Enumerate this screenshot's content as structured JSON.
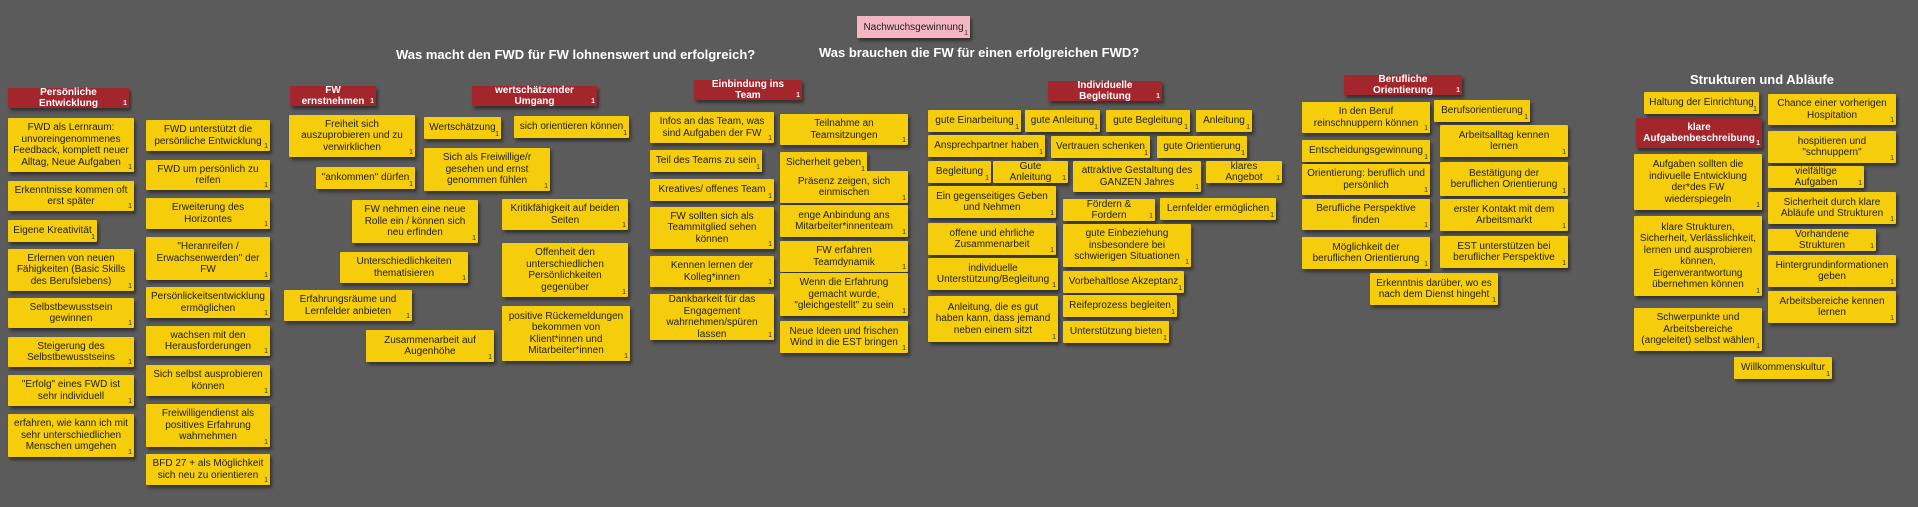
{
  "board": {
    "top_note": {
      "text": "Nachwuchsgewinnung",
      "count": "1"
    },
    "titles": {
      "left": "Was macht den FWD für FW lohnenswert und erfolgreich?",
      "middle": "Was brauchen die FW für einen erfolgreichen FWD?",
      "right": "Strukturen und Abläufe"
    },
    "headers": {
      "persoenliche": "Persönliche Entwicklung",
      "ernstnehmen": "FW ernstnehmen",
      "umgang": "wertschätzender Umgang",
      "team": "Einbindung ins Team",
      "begleitung": "Individuelle Begleitung",
      "orientierung": "Berufliche Orientierung",
      "aufgaben": "klare Aufgabenbeschreibung"
    },
    "notes": {
      "n1": "FWD als Lernraum: unvoreingenommenes Feedback, komplett neuer Alltag, Neue Aufgaben",
      "n2": "Erkenntnisse kommen oft erst später",
      "n3": "Eigene Kreativität",
      "n4": "Erlernen von neuen Fähigkeiten (Basic Skills des Berufslebens)",
      "n5": "Selbstbewusstsein gewinnen",
      "n6": "Steigerung des Selbstbewusstseins",
      "n7": "\"Erfolg\" eines FWD ist sehr individuell",
      "n8": "erfahren, wie kann ich mit sehr unterschiedlichen Menschen umgehen",
      "n9": "FWD unterstützt die persönliche Entwicklung",
      "n10": "FWD um persönlich zu reifen",
      "n11": "Erweiterung des Horizontes",
      "n12": "\"Heranreifen / Erwachsenwerden\" der FW",
      "n13": "Persönlickeitsentwicklung ermöglichen",
      "n14": "wachsen mit den Herausforderungen",
      "n15": "Sich selbst ausprobieren können",
      "n16": "Freiwilligendienst als positives Erfahrung wahrnehmen",
      "n17": "BFD 27 + als Möglichkeit sich neu zu orientieren",
      "n18": "Freiheit sich auszuprobieren und zu verwirklichen",
      "n19": "\"ankommen\" dürfen",
      "n20": "FW nehmen eine neue Rolle ein / können sich neu erfinden",
      "n21": "Unterschiedlichkeiten thematisieren",
      "n22": "Erfahrungsräume und Lernfelder anbieten",
      "n23": "Zusammenarbeit auf Augenhöhe",
      "n24": "Wertschätzung",
      "n25": "sich orientieren können",
      "n26": "Sich als Freiwillige/r gesehen und ernst genommen fühlen",
      "n27": "Kritikfähigkeit auf beiden Seiten",
      "n28": "Offenheit den unterschiedlichen Persönlichkeiten gegenüber",
      "n29": "positive Rückemeldungen bekommen von Klient*innen und Mitarbeiter*innen",
      "n30": "Infos an das Team, was sind Aufgaben der FW",
      "n31": "Teil des Teams zu sein",
      "n32": "Kreatives/ offenes Team",
      "n33": "FW sollten sich als Teammitglied sehen können",
      "n34": "Kennen lernen der Kolleg*innen",
      "n35": "Dankbarkeit für das Engagement wahrnehmen/spüren lassen",
      "n36": "Teilnahme an Teamsitzungen",
      "n37": "Sicherheit geben",
      "n38": "Präsenz zeigen, sich einmischen",
      "n39": "enge Anbindung ans Mitarbeiter*innenteam",
      "n40": "FW erfahren Teamdynamik",
      "n41": "Wenn die Erfahrung gemacht wurde, \"gleichgestellt\" zu sein",
      "n42": "Neue Ideen und frischen Wind in die EST bringen",
      "n43": "gute Einarbeitung",
      "n44": "gute Anleitung",
      "n45": "gute Begleitung",
      "n46": "Anleitung",
      "n47": "Ansprechpartner haben",
      "n48": "Vertrauen schenken",
      "n49": "gute Orientierung",
      "n50": "Begleitung",
      "n51": "Gute Anleitung",
      "n52": "attraktive Gestaltung des GANZEN Jahres",
      "n53": "klares Angebot",
      "n54": "Ein gegenseitiges Geben und Nehmen",
      "n55": "Fördern & Fordern",
      "n56": "Lernfelder ermöglichen",
      "n57": "offene und ehrliche Zusammenarbeit",
      "n58": "gute Einbeziehung insbesondere bei schwierigen Situationen",
      "n59": "individuelle Unterstützung/Begleitung",
      "n60": "Vorbehaltlose Akzeptanz",
      "n61": "Anleitung, die es gut haben kann, dass jemand neben einem sitzt",
      "n62": "Reifeprozess begleiten",
      "n63": "Unterstützung bieten",
      "n64": "In den Beruf reinschnuppern können",
      "n65": "Entscheidungsgewinnung",
      "n66": "Orientierung: beruflich und persönlich",
      "n67": "Berufliche Perspektive finden",
      "n68": "Möglichkeit der beruflichen Orientierung",
      "n69": "Erkenntnis darüber, wo es nach dem Dienst hingeht",
      "n70": "Berufsorientierung",
      "n71": "Arbeitsalltag kennen lernen",
      "n72": "Bestätigung der beruflichen Orientierung",
      "n73": "erster Kontakt mit dem Arbeitsmarkt",
      "n74": "EST unterstützen bei beruflicher Perspektive",
      "n75": "Haltung der Einrichtung",
      "n76": "Aufgaben sollten die indivuelle Entwicklung der*des FW wiederspiegeln",
      "n77": "klare Strukturen, Sicherheit, Verlässlichkeit, lernen und ausprobieren können, Eigenverantwortung übernehmen können",
      "n78": "Schwerpunkte und Arbeitsbereiche (angeleitet) selbst wählen",
      "n79": "Chance einer vorherigen Hospitation",
      "n80": "hospitieren und \"schnuppern\"",
      "n81": "vielfältige Aufgaben",
      "n82": "Sicherheit durch klare Abläufe und Strukturen",
      "n83": "Vorhandene Strukturen",
      "n84": "Hintergrundinformationen geben",
      "n85": "Arbeitsbereiche kennen lernen",
      "n86": "Willkommenskultur"
    },
    "count_label": "1"
  },
  "colors": {
    "background": "#5b5b5b",
    "sticky_yellow": "#f5cd0a",
    "header_red": "#a3262d",
    "top_pink": "#f4b6c2"
  }
}
